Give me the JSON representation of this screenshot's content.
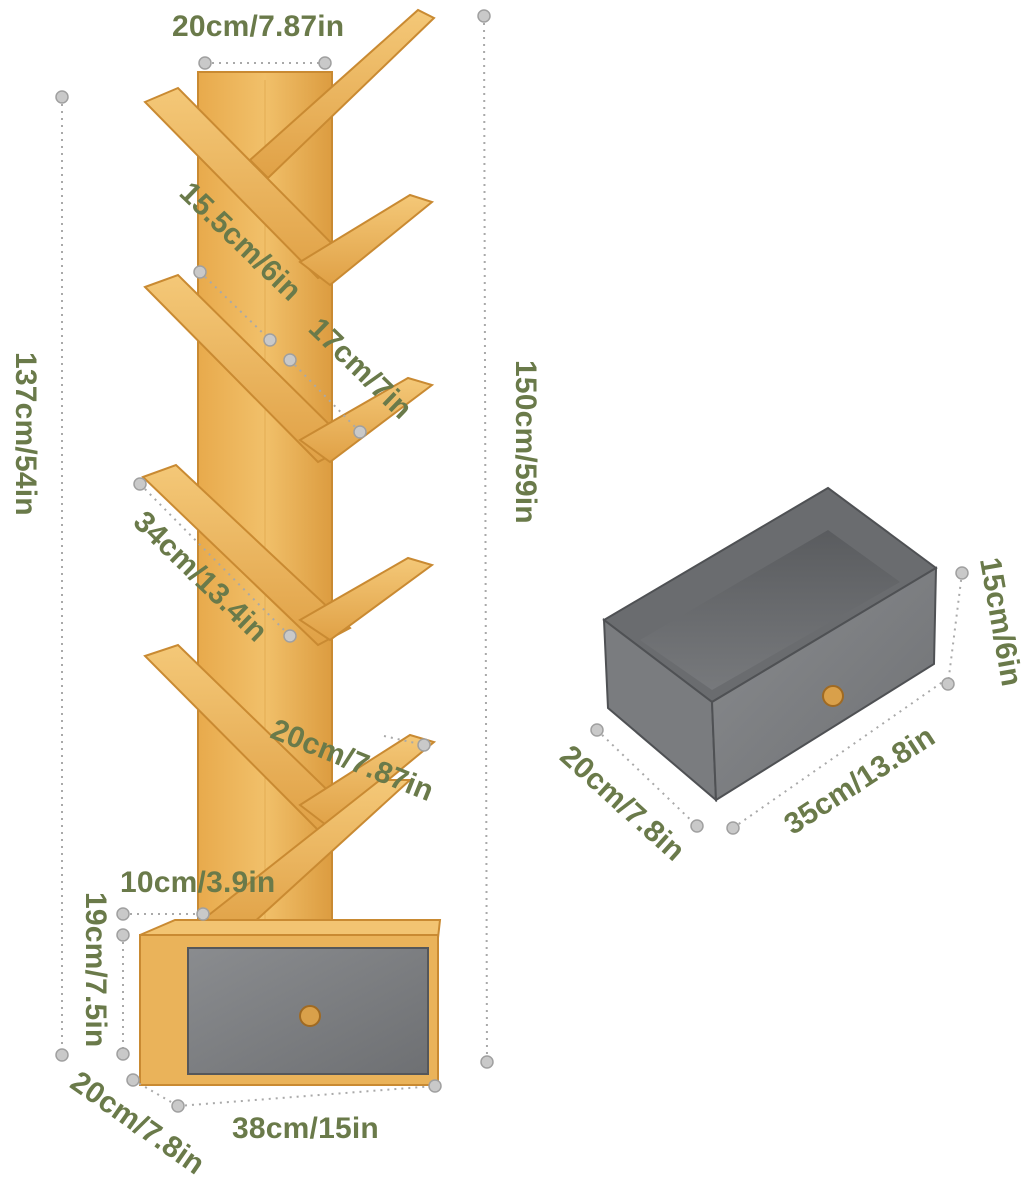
{
  "colors": {
    "dimension_text": "#6a7a4a",
    "dimension_line": "#a9a9a9",
    "bamboo_light": "#f0c068",
    "bamboo_mid": "#e3a64a",
    "bamboo_dark": "#c98a32",
    "fabric_gray": "#7d7f82",
    "fabric_dark": "#5f6164"
  },
  "dimensions": {
    "top_width": "20cm/7.87in",
    "upper_shelf": "15.5cm/6in",
    "middle_shelf": "17cm/7in",
    "long_shelf": "34cm/13.4in",
    "lower_shelf": "20cm/7.87in",
    "base_gap": "10cm/3.9in",
    "base_height": "19cm/7.5in",
    "base_depth": "20cm/7.8in",
    "base_width": "38cm/15in",
    "inner_height": "137cm/54in",
    "total_height": "150cm/59in",
    "drawer_height": "15cm/6in",
    "drawer_width": "35cm/13.8in",
    "drawer_depth": "20cm/7.8in"
  }
}
